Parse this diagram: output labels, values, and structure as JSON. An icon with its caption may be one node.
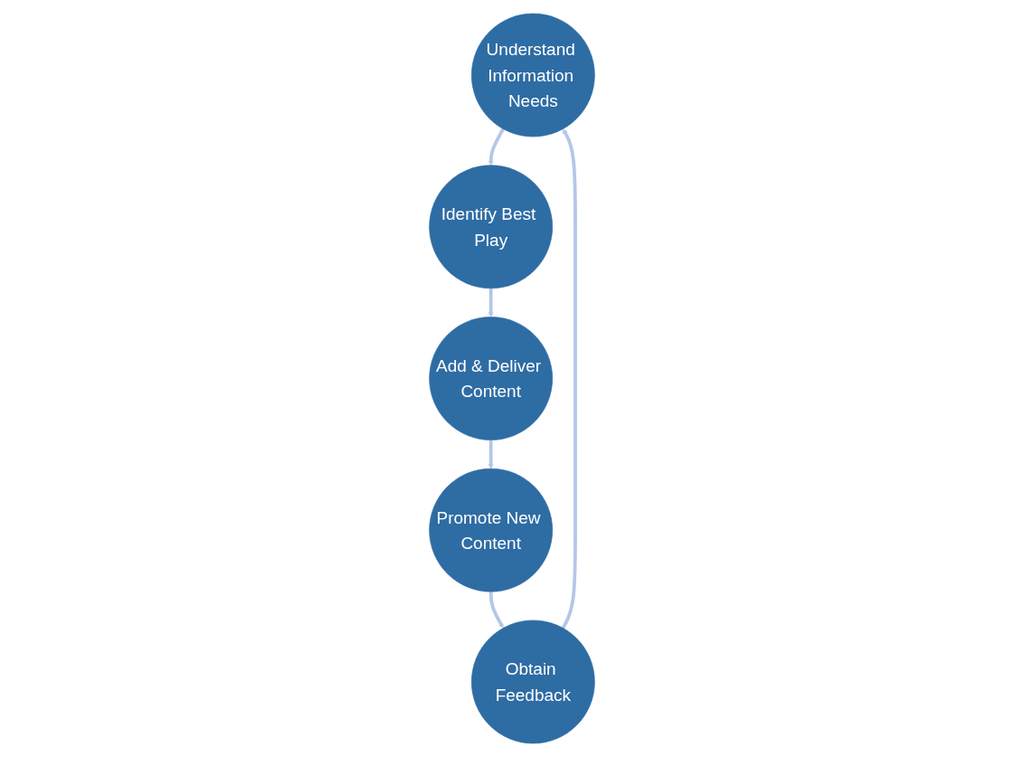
{
  "diagram": {
    "nodes": [
      {
        "text": [
          "Understand Information Needs"
        ]
      },
      {
        "text": [
          "Identify Best Play"
        ]
      },
      {
        "text": [
          "Add & Deliver Content"
        ]
      },
      {
        "text": [
          "Promote New Content"
        ]
      },
      {
        "text": [
          "Obtain Feedback"
        ]
      }
    ],
    "edges": [
      {
        "from": 0,
        "to": 1,
        "arrow": "to"
      },
      {
        "from": 1,
        "to": 2,
        "arrow": "to"
      },
      {
        "from": 2,
        "to": 3,
        "arrow": "to"
      },
      {
        "from": 3,
        "to": 4,
        "arrow": "to"
      },
      {
        "from": 4,
        "to": 0,
        "arrow": "to"
      }
    ]
  }
}
